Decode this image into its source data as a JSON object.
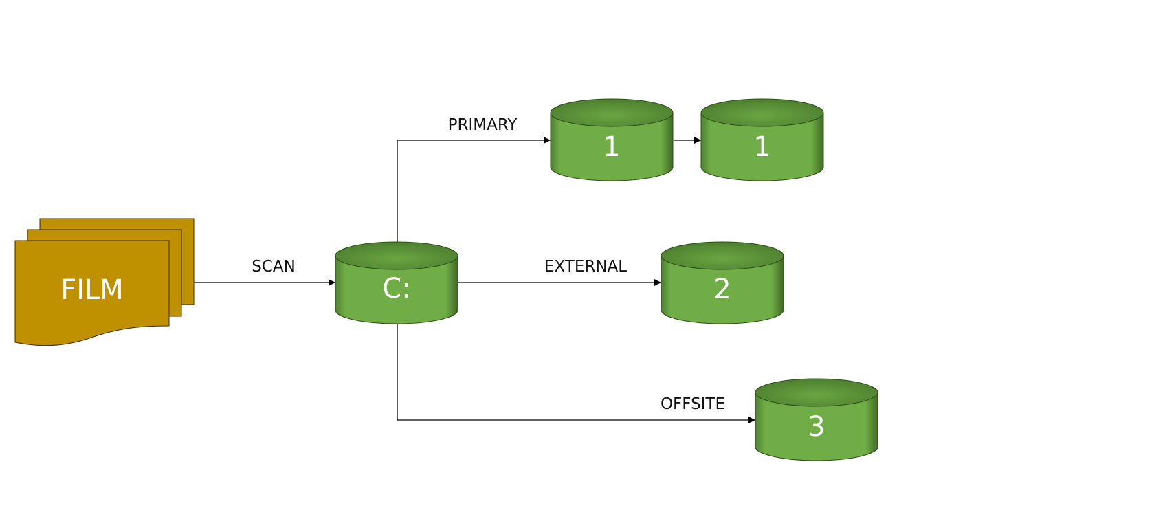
{
  "colors": {
    "film_fill": "#bf9000",
    "film_stroke": "#3a2c00",
    "disk_fill": "#70ad47",
    "disk_dark": "#3f6a24",
    "disk_light": "#8fc56a",
    "disk_stroke": "#2e4d18",
    "edge": "#000000"
  },
  "nodes": {
    "film": {
      "label": "FILM",
      "shape": "multi-document"
    },
    "drive_c": {
      "label": "C:",
      "shape": "cylinder"
    },
    "primary_1": {
      "label": "1",
      "shape": "cylinder"
    },
    "primary_1_copy": {
      "label": "1",
      "shape": "cylinder"
    },
    "external_2": {
      "label": "2",
      "shape": "cylinder"
    },
    "offsite_3": {
      "label": "3",
      "shape": "cylinder"
    }
  },
  "edges": [
    {
      "id": "scan",
      "from": "film",
      "to": "drive_c",
      "label": "SCAN"
    },
    {
      "id": "primary",
      "from": "drive_c",
      "to": "primary_1",
      "label": "PRIMARY"
    },
    {
      "id": "mirror",
      "from": "primary_1",
      "to": "primary_1_copy",
      "label": ""
    },
    {
      "id": "external",
      "from": "drive_c",
      "to": "external_2",
      "label": "EXTERNAL"
    },
    {
      "id": "offsite",
      "from": "drive_c",
      "to": "offsite_3",
      "label": "OFFSITE"
    }
  ]
}
